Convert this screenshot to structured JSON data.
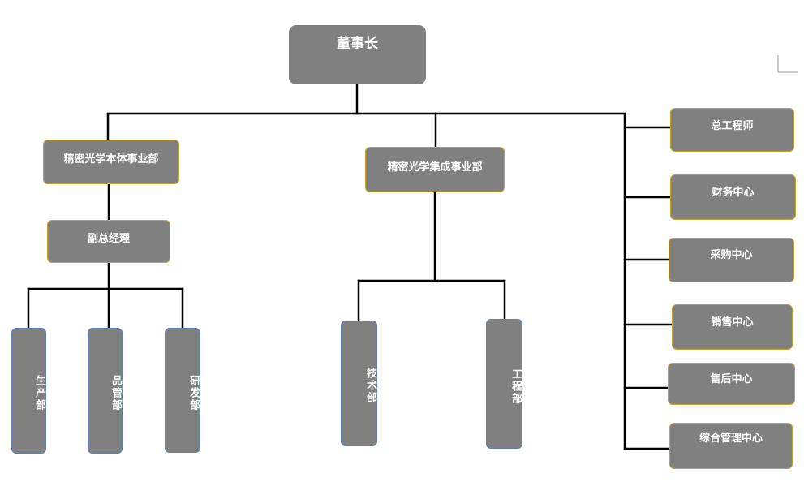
{
  "nodes": {
    "chairman": "董事长",
    "div1": "精密光学本体事业部",
    "div2": "精密光学集成事业部",
    "deputy_gm": "副总经理",
    "production": "生产部",
    "quality": "品管部",
    "rnd": "研发部",
    "technology": "技术部",
    "engineering": "工程部",
    "chief_engineer": "总工程师",
    "finance": "财务中心",
    "procurement": "采购中心",
    "sales": "销售中心",
    "after_sales": "售后中心",
    "general_mgmt": "综合管理中心"
  },
  "colors": {
    "box_fill": "#808080",
    "box_border_gold": "#c9a227",
    "box_border_blue": "#5b7fb5",
    "text": "#ffffff",
    "line": "#000000"
  }
}
